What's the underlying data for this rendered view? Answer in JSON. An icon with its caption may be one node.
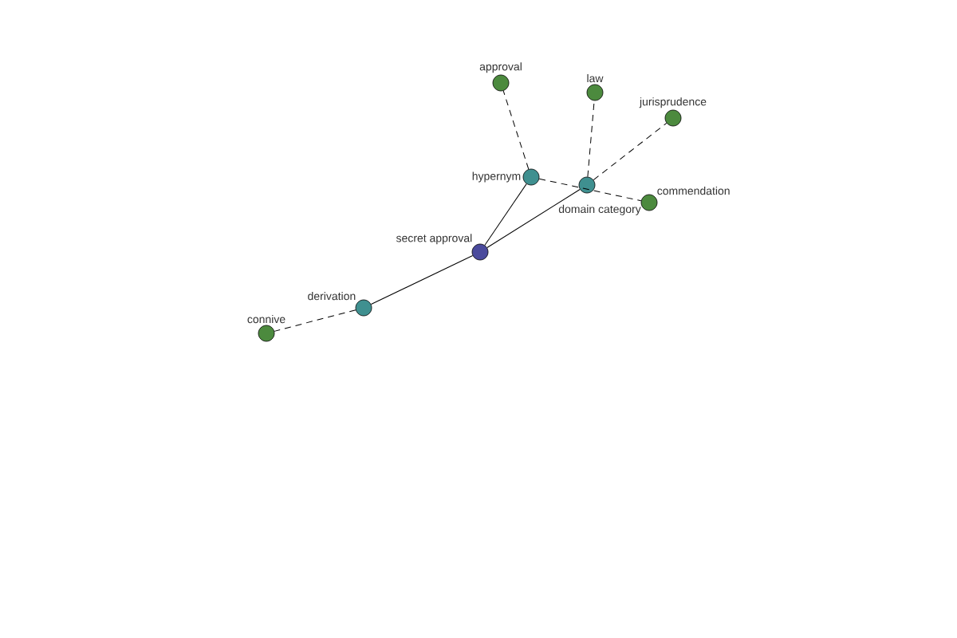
{
  "diagram": {
    "nodes": [
      {
        "text": [
          "approval"
        ]
      },
      {
        "text": [
          "law"
        ]
      },
      {
        "text": [
          "jurisprudence"
        ]
      },
      {
        "text": [
          "hypernym"
        ]
      },
      {
        "text": [
          "domain category"
        ]
      },
      {
        "text": [
          "commendation"
        ]
      },
      {
        "text": [
          "secret approval"
        ]
      },
      {
        "text": [
          "derivation"
        ]
      },
      {
        "text": [
          "connive"
        ]
      }
    ],
    "edges": [
      {
        "from": 6,
        "to": 3,
        "arrow": "none"
      },
      {
        "from": 6,
        "to": 4,
        "arrow": "none"
      },
      {
        "from": 6,
        "to": 7,
        "arrow": "none"
      },
      {
        "from": 3,
        "to": 0,
        "arrow": "none",
        "style": "dashed"
      },
      {
        "from": 3,
        "to": 5,
        "arrow": "none",
        "style": "dashed"
      },
      {
        "from": 4,
        "to": 1,
        "arrow": "none",
        "style": "dashed"
      },
      {
        "from": 4,
        "to": 2,
        "arrow": "none",
        "style": "dashed"
      },
      {
        "from": 7,
        "to": 8,
        "arrow": "none",
        "style": "dashed"
      }
    ]
  }
}
